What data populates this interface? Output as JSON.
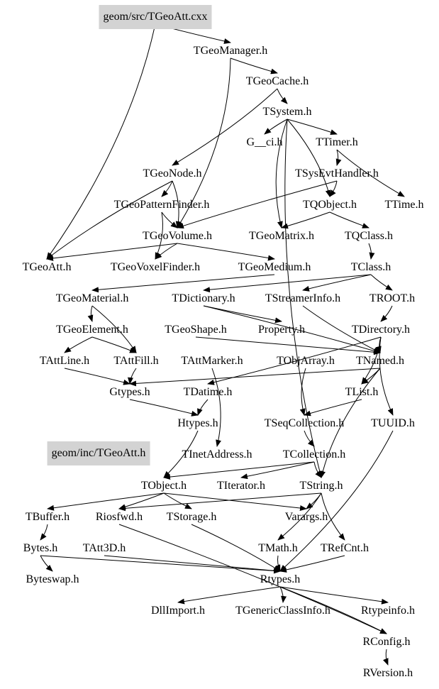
{
  "nodes": [
    {
      "id": "geom/src/TGeoAtt.cxx",
      "highlight": true
    },
    {
      "id": "TGeoManager.h"
    },
    {
      "id": "TGeoCache.h"
    },
    {
      "id": "TSystem.h"
    },
    {
      "id": "G__ci.h"
    },
    {
      "id": "TTimer.h"
    },
    {
      "id": "TGeoNode.h"
    },
    {
      "id": "TSysEvtHandler.h"
    },
    {
      "id": "TGeoPatternFinder.h"
    },
    {
      "id": "TQObject.h"
    },
    {
      "id": "TTime.h"
    },
    {
      "id": "TGeoVolume.h"
    },
    {
      "id": "TGeoMatrix.h"
    },
    {
      "id": "TQClass.h"
    },
    {
      "id": "TGeoAtt.h"
    },
    {
      "id": "TGeoVoxelFinder.h"
    },
    {
      "id": "TGeoMedium.h"
    },
    {
      "id": "TClass.h"
    },
    {
      "id": "TGeoMaterial.h"
    },
    {
      "id": "TDictionary.h"
    },
    {
      "id": "TStreamerInfo.h"
    },
    {
      "id": "TROOT.h"
    },
    {
      "id": "TGeoElement.h"
    },
    {
      "id": "TGeoShape.h"
    },
    {
      "id": "Property.h"
    },
    {
      "id": "TDirectory.h"
    },
    {
      "id": "TAttLine.h"
    },
    {
      "id": "TAttFill.h"
    },
    {
      "id": "TAttMarker.h"
    },
    {
      "id": "TObjArray.h"
    },
    {
      "id": "TNamed.h"
    },
    {
      "id": "Gtypes.h"
    },
    {
      "id": "TDatime.h"
    },
    {
      "id": "TList.h"
    },
    {
      "id": "Htypes.h"
    },
    {
      "id": "TSeqCollection.h"
    },
    {
      "id": "TUUID.h"
    },
    {
      "id": "geom/inc/TGeoAtt.h",
      "highlight": true
    },
    {
      "id": "TInetAddress.h"
    },
    {
      "id": "TCollection.h"
    },
    {
      "id": "TObject.h"
    },
    {
      "id": "TIterator.h"
    },
    {
      "id": "TString.h"
    },
    {
      "id": "TBuffer.h"
    },
    {
      "id": "Riosfwd.h"
    },
    {
      "id": "TStorage.h"
    },
    {
      "id": "Varargs.h"
    },
    {
      "id": "Bytes.h"
    },
    {
      "id": "TAtt3D.h"
    },
    {
      "id": "TMath.h"
    },
    {
      "id": "TRefCnt.h"
    },
    {
      "id": "Byteswap.h"
    },
    {
      "id": "Rtypes.h"
    },
    {
      "id": "DllImport.h"
    },
    {
      "id": "TGenericClassInfo.h"
    },
    {
      "id": "Rtypeinfo.h"
    },
    {
      "id": "RConfig.h"
    },
    {
      "id": "RVersion.h"
    }
  ],
  "edges": [
    [
      "geom/src/TGeoAtt.cxx",
      "TGeoManager.h"
    ],
    [
      "geom/src/TGeoAtt.cxx",
      "TGeoAtt.h"
    ],
    [
      "TGeoManager.h",
      "TGeoCache.h"
    ],
    [
      "TGeoManager.h",
      "TGeoVolume.h"
    ],
    [
      "TGeoCache.h",
      "TSystem.h"
    ],
    [
      "TGeoCache.h",
      "TGeoNode.h"
    ],
    [
      "TSystem.h",
      "G__ci.h"
    ],
    [
      "TSystem.h",
      "TTimer.h"
    ],
    [
      "TSystem.h",
      "TGeoMatrix.h"
    ],
    [
      "TSystem.h",
      "TQObject.h"
    ],
    [
      "TSystem.h",
      "TString.h"
    ],
    [
      "TTimer.h",
      "TSysEvtHandler.h"
    ],
    [
      "TTimer.h",
      "TTime.h"
    ],
    [
      "TSysEvtHandler.h",
      "TQObject.h"
    ],
    [
      "TSysEvtHandler.h",
      "TGeoVolume.h"
    ],
    [
      "TGeoNode.h",
      "TGeoPatternFinder.h"
    ],
    [
      "TGeoNode.h",
      "TGeoAtt.h"
    ],
    [
      "TGeoNode.h",
      "TGeoVolume.h"
    ],
    [
      "TGeoPatternFinder.h",
      "TGeoVolume.h"
    ],
    [
      "TGeoPatternFinder.h",
      "TGeoVoxelFinder.h"
    ],
    [
      "TQObject.h",
      "TQClass.h"
    ],
    [
      "TQObject.h",
      "TGeoMatrix.h"
    ],
    [
      "TGeoVolume.h",
      "TGeoVoxelFinder.h"
    ],
    [
      "TGeoVolume.h",
      "TGeoMedium.h"
    ],
    [
      "TGeoVolume.h",
      "TGeoAtt.h"
    ],
    [
      "TQClass.h",
      "TClass.h"
    ],
    [
      "TClass.h",
      "TStreamerInfo.h"
    ],
    [
      "TClass.h",
      "TDictionary.h"
    ],
    [
      "TClass.h",
      "TROOT.h"
    ],
    [
      "TGeoMedium.h",
      "TGeoMaterial.h"
    ],
    [
      "TGeoMaterial.h",
      "TGeoElement.h"
    ],
    [
      "TGeoMaterial.h",
      "TAttFill.h"
    ],
    [
      "TDictionary.h",
      "Property.h"
    ],
    [
      "TDictionary.h",
      "TNamed.h"
    ],
    [
      "TStreamerInfo.h",
      "TNamed.h"
    ],
    [
      "TROOT.h",
      "TDirectory.h"
    ],
    [
      "TDirectory.h",
      "TNamed.h"
    ],
    [
      "TDirectory.h",
      "TDatime.h"
    ],
    [
      "TDirectory.h",
      "TUUID.h"
    ],
    [
      "TDirectory.h",
      "TList.h"
    ],
    [
      "TGeoElement.h",
      "TAttLine.h"
    ],
    [
      "TGeoElement.h",
      "TAttFill.h"
    ],
    [
      "TGeoShape.h",
      "TNamed.h"
    ],
    [
      "TAttLine.h",
      "Gtypes.h"
    ],
    [
      "TAttFill.h",
      "Gtypes.h"
    ],
    [
      "TAttMarker.h",
      "TInetAddress.h"
    ],
    [
      "TObjArray.h",
      "TSeqCollection.h"
    ],
    [
      "TNamed.h",
      "TList.h"
    ],
    [
      "TNamed.h",
      "TString.h"
    ],
    [
      "TNamed.h",
      "Gtypes.h"
    ],
    [
      "TList.h",
      "TSeqCollection.h"
    ],
    [
      "Gtypes.h",
      "Htypes.h"
    ],
    [
      "TDatime.h",
      "Htypes.h"
    ],
    [
      "Htypes.h",
      "TObject.h"
    ],
    [
      "TSeqCollection.h",
      "TCollection.h"
    ],
    [
      "TUUID.h",
      "Rtypes.h"
    ],
    [
      "TCollection.h",
      "TObject.h"
    ],
    [
      "TCollection.h",
      "TIterator.h"
    ],
    [
      "TCollection.h",
      "TString.h"
    ],
    [
      "TObject.h",
      "Riosfwd.h"
    ],
    [
      "TObject.h",
      "TStorage.h"
    ],
    [
      "TObject.h",
      "Varargs.h"
    ],
    [
      "TObject.h",
      "TBuffer.h"
    ],
    [
      "TString.h",
      "TMath.h"
    ],
    [
      "TString.h",
      "TRefCnt.h"
    ],
    [
      "TString.h",
      "Varargs.h"
    ],
    [
      "TString.h",
      "Riosfwd.h"
    ],
    [
      "TBuffer.h",
      "Bytes.h"
    ],
    [
      "Bytes.h",
      "Byteswap.h"
    ],
    [
      "Bytes.h",
      "Rtypes.h"
    ],
    [
      "TAtt3D.h",
      "Rtypes.h"
    ],
    [
      "TStorage.h",
      "Rtypes.h"
    ],
    [
      "TMath.h",
      "Rtypes.h"
    ],
    [
      "TRefCnt.h",
      "Rtypes.h"
    ],
    [
      "Rtypes.h",
      "DllImport.h"
    ],
    [
      "Rtypes.h",
      "TGenericClassInfo.h"
    ],
    [
      "Rtypes.h",
      "Rtypeinfo.h"
    ],
    [
      "Rtypes.h",
      "RConfig.h"
    ],
    [
      "RConfig.h",
      "RVersion.h"
    ],
    [
      "Riosfwd.h",
      "RConfig.h"
    ]
  ]
}
